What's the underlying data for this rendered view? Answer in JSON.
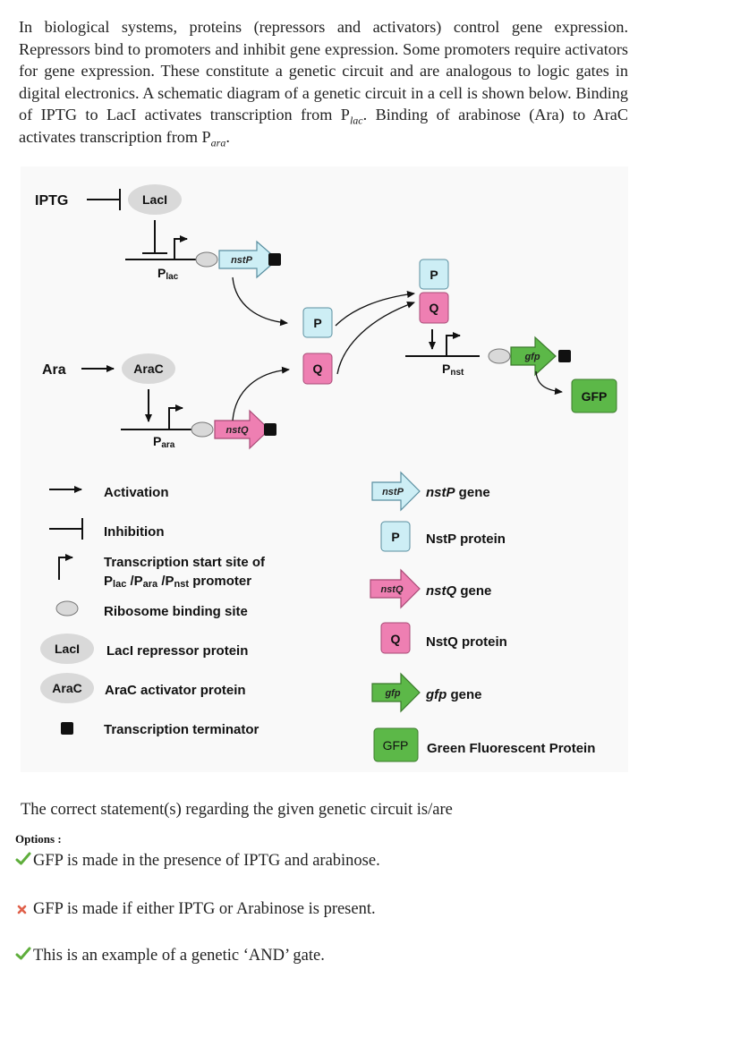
{
  "intro": {
    "part1": "In biological systems, proteins (repressors and activators) control gene expression. Repressors bind to promoters and inhibit gene expression. Some promoters require activators for gene expression. These constitute a genetic circuit and are analogous to logic gates in digital electronics. A schematic diagram of a genetic circuit in a cell is shown below. Binding of IPTG to LacI activates transcription from P",
    "sub1": "lac",
    "part2": ". Binding of arabinose (Ara) to AraC activates transcription from P",
    "sub2": "ara",
    "part3": "."
  },
  "diagram": {
    "iptg": "IPTG",
    "laci": "LacI",
    "ara": "Ara",
    "arac": "AraC",
    "plac_main": "P",
    "plac_sub": "lac",
    "para_main": "P",
    "para_sub": "ara",
    "pnst_main": "P",
    "pnst_sub": "nst",
    "gene_nstp": "nstP",
    "gene_nstq": "nstQ",
    "gene_gfp": "gfp",
    "protein_p": "P",
    "protein_q": "Q",
    "gfp_protein": "GFP"
  },
  "legend": {
    "activation": "Activation",
    "inhibition": "Inhibition",
    "tss_line1": "Transcription start site of",
    "tss_p1": "P",
    "tss_s1": "lac",
    "tss_p2": " /P",
    "tss_s2": "ara",
    "tss_p3": " /P",
    "tss_s3": "nst",
    "tss_end": " promoter",
    "rbs": "Ribosome binding site",
    "laci_icon": "LacI",
    "laci_desc": "LacI repressor protein",
    "arac_icon": "AraC",
    "arac_desc": "AraC activator protein",
    "terminator": "Transcription terminator",
    "nstp_icon": "nstP",
    "nstp_gene": "nstP",
    "nstp_gene_suffix": " gene",
    "p_icon": "P",
    "nstp_protein": "NstP protein",
    "nstq_icon": "nstQ",
    "nstq_gene": "nstQ",
    "nstq_gene_suffix": " gene",
    "q_icon": "Q",
    "nstq_protein": "NstQ protein",
    "gfp_icon": "gfp",
    "gfp_gene": "gfp",
    "gfp_gene_suffix": " gene",
    "gfpprot_icon": "GFP",
    "gfp_protein_desc": "Green Fluorescent Protein"
  },
  "question": "The correct statement(s) regarding the given genetic circuit is/are",
  "options_label": "Options :",
  "options": [
    {
      "text": "GFP is made in the presence of IPTG and arabinose.",
      "status": "correct"
    },
    {
      "text": "GFP is made if either IPTG or Arabinose is present.",
      "status": "incorrect"
    },
    {
      "text": "This is an example of a genetic ‘AND’ gate.",
      "status": "correct"
    }
  ],
  "colors": {
    "nstp_blue": "#cdeef5",
    "nstq_pink": "#ee7fb2",
    "gfp_green": "#5cb848",
    "grey_oval": "#d9d9d9",
    "panel_bg": "#f9f9f9",
    "check_green": "#5fae3c",
    "cross_red": "#e0604a"
  }
}
